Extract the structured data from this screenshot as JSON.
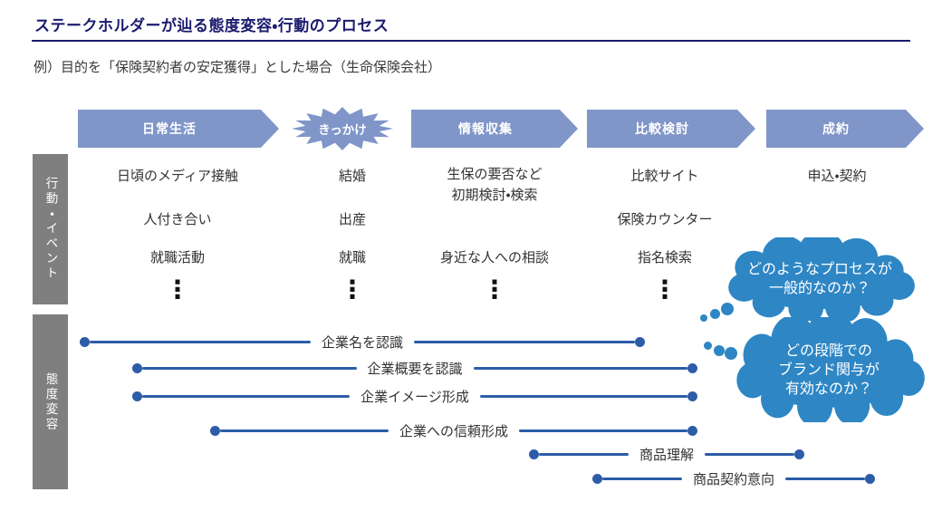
{
  "page": {
    "title": "ステークホルダーが辿る態度変容・行動のプロセス",
    "subtitle": "例）目的を「保険契約者の安定獲得」とした場合（生命保険会社）"
  },
  "stages": [
    {
      "label": "日常生活",
      "shape": "arrow"
    },
    {
      "label": "きっかけ",
      "shape": "burst"
    },
    {
      "label": "情報収集",
      "shape": "arrow"
    },
    {
      "label": "比較検討",
      "shape": "arrow"
    },
    {
      "label": "成約",
      "shape": "arrow"
    }
  ],
  "row_headers": {
    "behavior": "行動・イベント",
    "attitude": "態度変容"
  },
  "behavior_columns": [
    {
      "items": [
        "日頃のメディア接触",
        "人付き合い",
        "就職活動"
      ],
      "ellipsis": "⋮"
    },
    {
      "items": [
        "結婚",
        "出産",
        "就職"
      ],
      "ellipsis": "⋮"
    },
    {
      "items": [
        "生保の要否など",
        "初期検討・検索",
        "身近な人への相談"
      ],
      "ellipsis": "⋮"
    },
    {
      "items": [
        "比較サイト",
        "保険カウンター",
        "指名検索"
      ],
      "ellipsis": "⋮"
    },
    {
      "items": [
        "申込・契約"
      ]
    }
  ],
  "attitude_lines": [
    {
      "label": "企業名を認識"
    },
    {
      "label": "企業概要を認識"
    },
    {
      "label": "企業イメージ形成"
    },
    {
      "label": "企業への信頼形成"
    },
    {
      "label": "商品理解"
    },
    {
      "label": "商品契約意向"
    }
  ],
  "thought_bubbles": [
    {
      "lines": [
        "どのようなプロセスが",
        "一般的なのか？"
      ]
    },
    {
      "lines": [
        "どの段階での",
        "ブランド関与が",
        "有効なのか？"
      ]
    }
  ],
  "colors": {
    "title_navy": "#1b1b6e",
    "stage_blue": "#8096c9",
    "row_header_gray": "#7f7f7f",
    "line_blue": "#2d5ca8",
    "bubble_blue": "#2e86c4"
  }
}
